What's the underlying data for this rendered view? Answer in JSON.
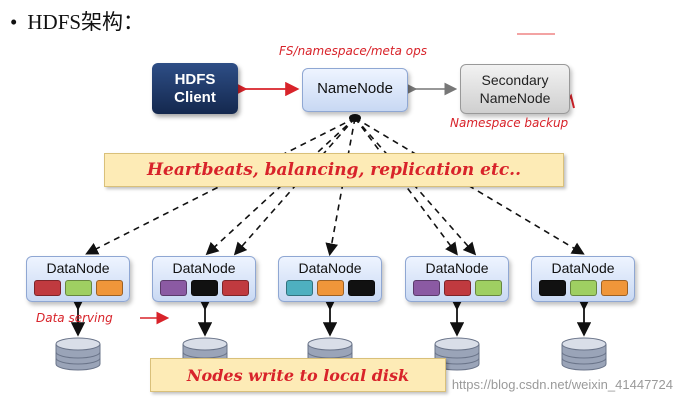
{
  "heading": {
    "bullet": "•",
    "title": "HDFS架构："
  },
  "client": {
    "line1": "HDFS",
    "line2": "Client"
  },
  "namenode": {
    "label": "NameNode"
  },
  "secondary": {
    "line1": "Secondary",
    "line2": "NameNode"
  },
  "annotations": {
    "fs_ops": "FS/namespace/meta ops",
    "ns_backup": "Namespace backup",
    "data_serving": "Data serving"
  },
  "banners": {
    "heartbeats": "Heartbeats, balancing, replication etc..",
    "local_disk": "Nodes write to local disk"
  },
  "datanodes": [
    {
      "label": "DataNode",
      "blocks": [
        "#c03a3f",
        "#9fcf62",
        "#f0963a"
      ]
    },
    {
      "label": "DataNode",
      "blocks": [
        "#8b5aa3",
        "#111111",
        "#c03a3f"
      ]
    },
    {
      "label": "DataNode",
      "blocks": [
        "#4eb0c0",
        "#f0963a",
        "#111111"
      ]
    },
    {
      "label": "DataNode",
      "blocks": [
        "#8b5aa3",
        "#c03a3f",
        "#9fcf62"
      ]
    },
    {
      "label": "DataNode",
      "blocks": [
        "#111111",
        "#9fcf62",
        "#f0963a"
      ]
    }
  ],
  "colors": {
    "client_bg": "#1f3a6b",
    "node_bg": "#d7e3f7",
    "banner_bg": "#fdebb6",
    "annotation": "#d8232a"
  },
  "watermark": "https://blog.csdn.net/weixin_41447724"
}
